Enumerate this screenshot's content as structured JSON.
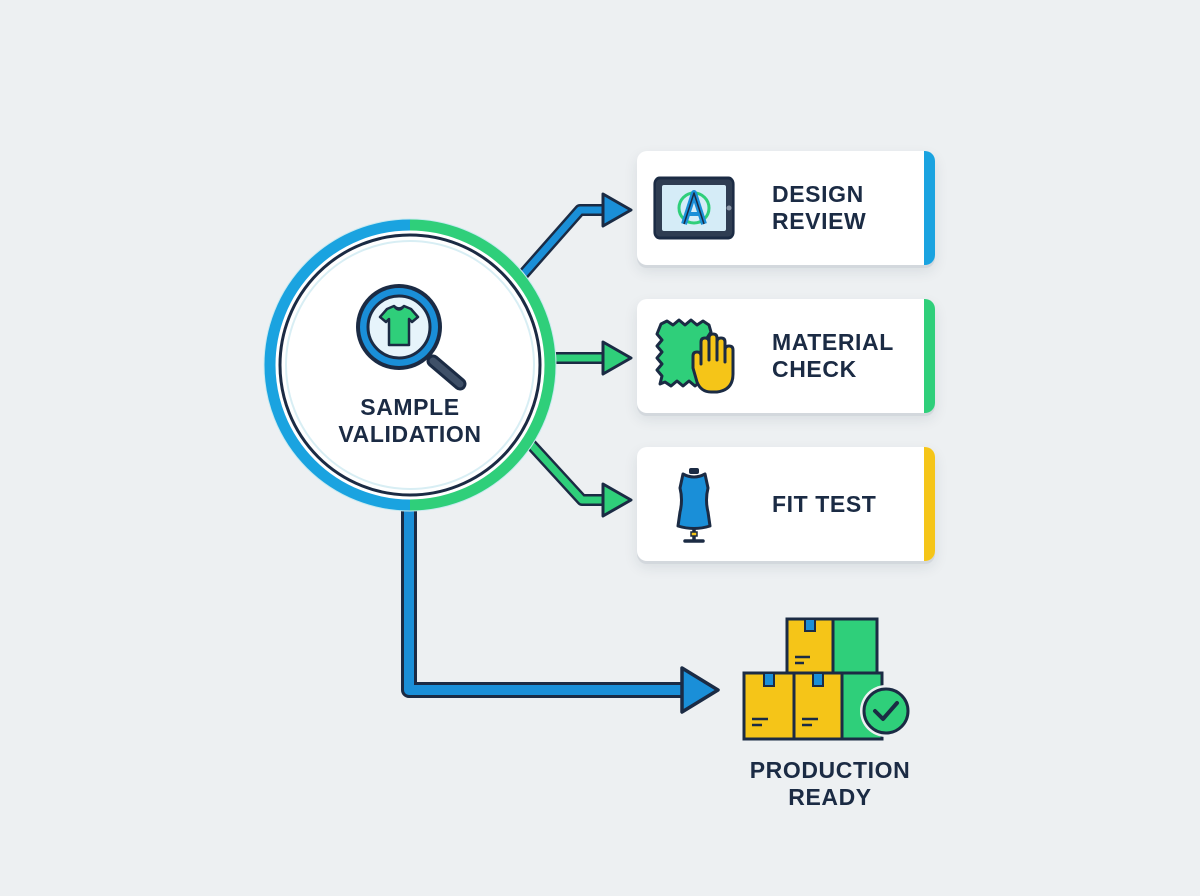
{
  "diagram": {
    "hub": {
      "label": "SAMPLE\nVALIDATION",
      "icon": "magnifier-tshirt-icon"
    },
    "branches": [
      {
        "label": "DESIGN\nREVIEW",
        "icon": "design-tablet-icon",
        "accent": "#1aa3e0"
      },
      {
        "label": "MATERIAL\nCHECK",
        "icon": "fabric-hand-icon",
        "accent": "#2fcf7a"
      },
      {
        "label": "FIT TEST",
        "icon": "dress-form-icon",
        "accent": "#f5c518"
      }
    ],
    "final": {
      "label": "PRODUCTION\nREADY",
      "icon": "boxes-check-icon"
    }
  },
  "colors": {
    "background": "#edf0f2",
    "blue": "#1a8fd8",
    "green": "#2fcf7a",
    "yellow": "#f5c518",
    "outline": "#1b2b44"
  }
}
